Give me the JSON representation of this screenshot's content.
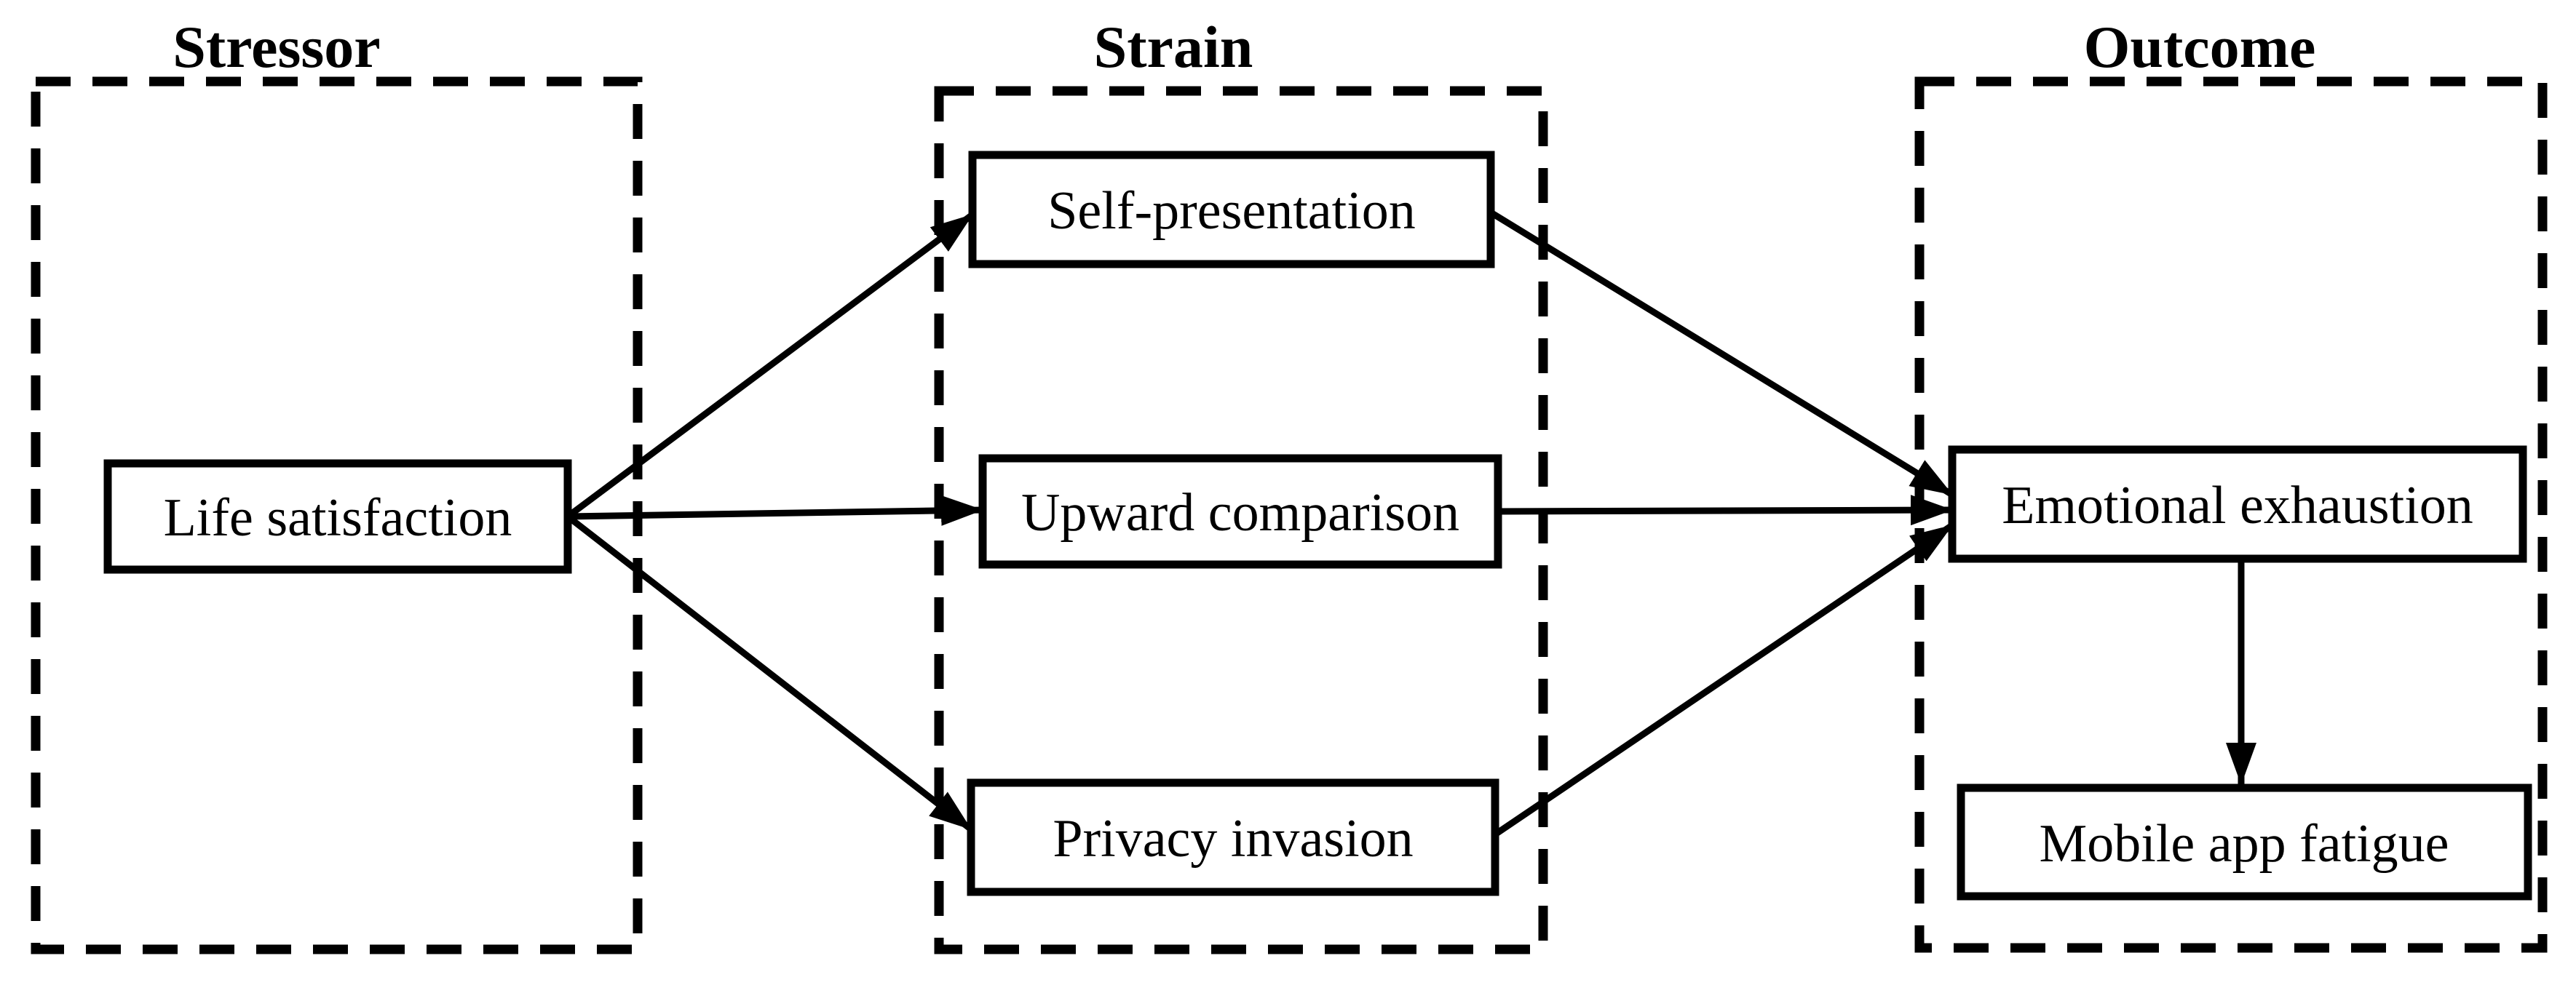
{
  "figure": {
    "background": "#ffffff",
    "line_color": "#000000",
    "columns": [
      {
        "title": "Stressor",
        "nodes": [
          {
            "label": "Life satisfaction"
          }
        ]
      },
      {
        "title": "Strain",
        "nodes": [
          {
            "label": "Self-presentation"
          },
          {
            "label": "Upward comparison"
          },
          {
            "label": "Privacy invasion"
          }
        ]
      },
      {
        "title": "Outcome",
        "nodes": [
          {
            "label": "Emotional exhaustion"
          },
          {
            "label": "Mobile app fatigue"
          }
        ]
      }
    ],
    "edges": [
      {
        "from": "Life satisfaction",
        "to": "Self-presentation"
      },
      {
        "from": "Life satisfaction",
        "to": "Upward comparison"
      },
      {
        "from": "Life satisfaction",
        "to": "Privacy invasion"
      },
      {
        "from": "Self-presentation",
        "to": "Emotional exhaustion"
      },
      {
        "from": "Upward comparison",
        "to": "Emotional exhaustion"
      },
      {
        "from": "Privacy invasion",
        "to": "Emotional exhaustion"
      },
      {
        "from": "Emotional exhaustion",
        "to": "Mobile app fatigue"
      }
    ]
  }
}
